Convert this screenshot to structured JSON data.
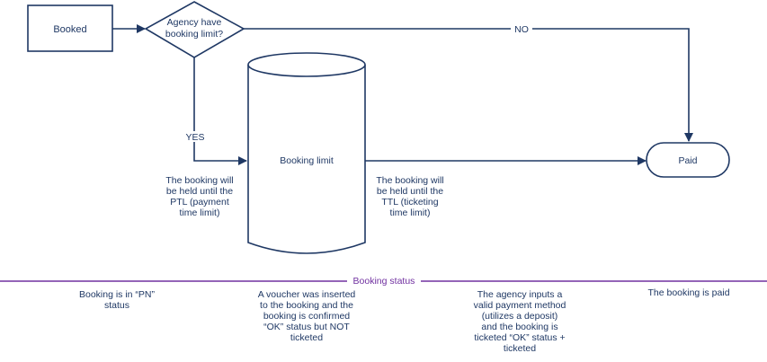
{
  "nodes": {
    "booked": "Booked",
    "decision_line1": "Agency have",
    "decision_line2": "booking limit?",
    "booking_limit": "Booking limit",
    "paid": "Paid"
  },
  "edges": {
    "no": "NO",
    "yes": "YES"
  },
  "annotations": {
    "left": [
      "The booking will",
      "be held until the",
      "PTL (payment",
      "time limit)"
    ],
    "right": [
      "The booking will",
      "be held until the",
      "TTL (ticketing",
      "time limit)"
    ]
  },
  "booking_status": {
    "title": "Booking status",
    "items": [
      [
        "Booking is in “PN”",
        "status"
      ],
      [
        "A voucher was inserted",
        "to the booking and the",
        "booking is confirmed",
        "“OK” status but NOT",
        "ticketed"
      ],
      [
        "The agency inputs a",
        "valid payment method",
        "(utilizes a deposit)",
        "and the booking is",
        "ticketed “OK” status +",
        "ticketed"
      ],
      [
        "The booking is paid"
      ]
    ]
  },
  "colors": {
    "stroke": "#1f3864",
    "text": "#1f3864",
    "status_line": "#7030a0"
  }
}
